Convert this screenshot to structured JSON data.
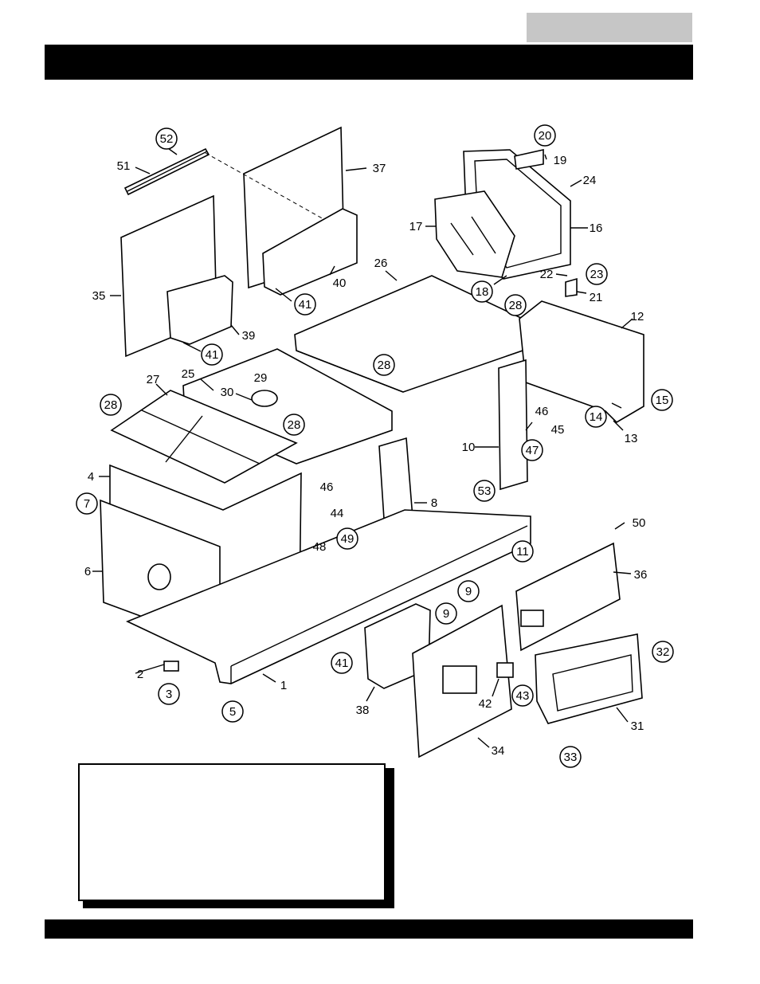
{
  "header": {
    "tab_text": "",
    "bar_text": ""
  },
  "footer": {
    "bar_text": ""
  },
  "note_box": {
    "text": ""
  },
  "diagram": {
    "callouts": [
      {
        "id": "c52",
        "text": "52",
        "circled": true
      },
      {
        "id": "c51",
        "text": "51",
        "circled": false
      },
      {
        "id": "c37",
        "text": "37",
        "circled": false
      },
      {
        "id": "c20",
        "text": "20",
        "circled": true
      },
      {
        "id": "c19",
        "text": "19",
        "circled": false
      },
      {
        "id": "c24",
        "text": "24",
        "circled": false
      },
      {
        "id": "c17",
        "text": "17",
        "circled": false
      },
      {
        "id": "c16",
        "text": "16",
        "circled": false
      },
      {
        "id": "c35",
        "text": "35",
        "circled": false
      },
      {
        "id": "c40",
        "text": "40",
        "circled": false
      },
      {
        "id": "c41a",
        "text": "41",
        "circled": true
      },
      {
        "id": "c41b",
        "text": "41",
        "circled": true
      },
      {
        "id": "c39",
        "text": "39",
        "circled": false
      },
      {
        "id": "c26",
        "text": "26",
        "circled": false
      },
      {
        "id": "c18",
        "text": "18",
        "circled": true
      },
      {
        "id": "c22",
        "text": "22",
        "circled": false
      },
      {
        "id": "c23",
        "text": "23",
        "circled": true
      },
      {
        "id": "c21",
        "text": "21",
        "circled": false
      },
      {
        "id": "c28a",
        "text": "28",
        "circled": true
      },
      {
        "id": "c12",
        "text": "12",
        "circled": false
      },
      {
        "id": "c27",
        "text": "27",
        "circled": false
      },
      {
        "id": "c25",
        "text": "25",
        "circled": false
      },
      {
        "id": "c29",
        "text": "29",
        "circled": false
      },
      {
        "id": "c28b",
        "text": "28",
        "circled": true
      },
      {
        "id": "c30",
        "text": "30",
        "circled": false
      },
      {
        "id": "c28c",
        "text": "28",
        "circled": true
      },
      {
        "id": "c28d",
        "text": "28",
        "circled": true
      },
      {
        "id": "c15",
        "text": "15",
        "circled": true
      },
      {
        "id": "c46a",
        "text": "46",
        "circled": false
      },
      {
        "id": "c14",
        "text": "14",
        "circled": true
      },
      {
        "id": "c45",
        "text": "45",
        "circled": false
      },
      {
        "id": "c13",
        "text": "13",
        "circled": false
      },
      {
        "id": "c10",
        "text": "10",
        "circled": false
      },
      {
        "id": "c47",
        "text": "47",
        "circled": true
      },
      {
        "id": "c4",
        "text": "4",
        "circled": false
      },
      {
        "id": "c7",
        "text": "7",
        "circled": true
      },
      {
        "id": "c46b",
        "text": "46",
        "circled": false
      },
      {
        "id": "c53",
        "text": "53",
        "circled": true
      },
      {
        "id": "c8",
        "text": "8",
        "circled": false
      },
      {
        "id": "c44",
        "text": "44",
        "circled": false
      },
      {
        "id": "c48",
        "text": "48",
        "circled": false
      },
      {
        "id": "c49",
        "text": "49",
        "circled": true
      },
      {
        "id": "c50",
        "text": "50",
        "circled": false
      },
      {
        "id": "c11",
        "text": "11",
        "circled": true
      },
      {
        "id": "c6",
        "text": "6",
        "circled": false
      },
      {
        "id": "c36",
        "text": "36",
        "circled": false
      },
      {
        "id": "c9a",
        "text": "9",
        "circled": true
      },
      {
        "id": "c9b",
        "text": "9",
        "circled": true
      },
      {
        "id": "c32",
        "text": "32",
        "circled": true
      },
      {
        "id": "c41c",
        "text": "41",
        "circled": true
      },
      {
        "id": "c2",
        "text": "2",
        "circled": false
      },
      {
        "id": "c1",
        "text": "1",
        "circled": false
      },
      {
        "id": "c3",
        "text": "3",
        "circled": true
      },
      {
        "id": "c5",
        "text": "5",
        "circled": true
      },
      {
        "id": "c42",
        "text": "42",
        "circled": false
      },
      {
        "id": "c43",
        "text": "43",
        "circled": true
      },
      {
        "id": "c38",
        "text": "38",
        "circled": false
      },
      {
        "id": "c31",
        "text": "31",
        "circled": false
      },
      {
        "id": "c34",
        "text": "34",
        "circled": false
      },
      {
        "id": "c33",
        "text": "33",
        "circled": true
      }
    ]
  }
}
